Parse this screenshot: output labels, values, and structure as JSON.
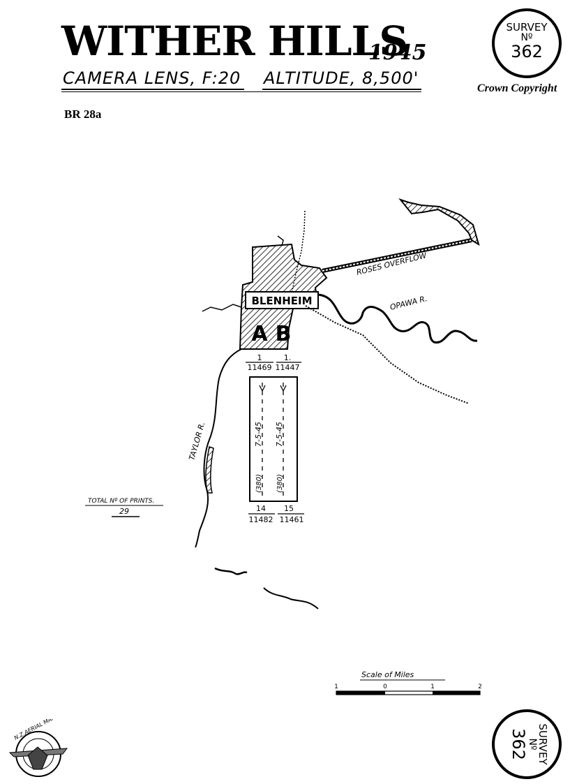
{
  "header": {
    "title": "WITHER HILLS",
    "year": "1945",
    "lens": "CAMERA LENS, F:20",
    "altitude": "ALTITUDE, 8,500'",
    "copyright": "Crown Copyright",
    "reference": "BR 28a"
  },
  "stamp": {
    "line1": "SURVEY",
    "line2": "Nº",
    "number": "362"
  },
  "map": {
    "town": "BLENHEIM",
    "rivers": [
      "ROSES OVERFLOW",
      "OPAWA R.",
      "TAYLOR R."
    ],
    "run_letters": [
      "A",
      "B"
    ],
    "run_a": {
      "start_print": "1",
      "start_photo": "11469",
      "end_print": "14",
      "end_photo": "11482",
      "date": "7-5-45",
      "film": "(380)"
    },
    "run_b": {
      "start_print": "1.",
      "start_photo": "11447",
      "end_print": "15",
      "end_photo": "11461",
      "date": "7-5-45",
      "film": "(380)"
    },
    "total_prints_label": "TOTAL Nº OF PRINTS.",
    "total_prints": "29",
    "scale": {
      "title": "Scale of Miles",
      "ticks": [
        "1",
        "0",
        "1",
        "2"
      ]
    }
  },
  "logo": {
    "text": "N.Z. AERIAL MAPPING LTD."
  }
}
